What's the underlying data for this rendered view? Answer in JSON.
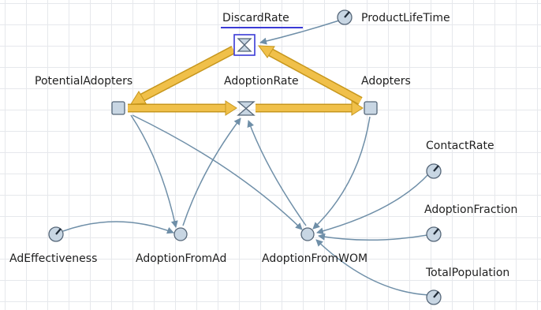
{
  "diagram": {
    "title": "",
    "stocks": [
      {
        "id": "potential",
        "label": "PotentialAdopters"
      },
      {
        "id": "adopters",
        "label": "Adopters"
      }
    ],
    "flows": [
      {
        "id": "discard",
        "label": "DiscardRate",
        "selected": true
      },
      {
        "id": "adoption",
        "label": "AdoptionRate"
      }
    ],
    "variables": [
      {
        "id": "adfromad",
        "label": "AdoptionFromAd"
      },
      {
        "id": "adfromwom",
        "label": "AdoptionFromWOM"
      }
    ],
    "parameters": [
      {
        "id": "lifetime",
        "label": "ProductLifeTime"
      },
      {
        "id": "adeff",
        "label": "AdEffectiveness"
      },
      {
        "id": "contact",
        "label": "ContactRate"
      },
      {
        "id": "fraction",
        "label": "AdoptionFraction"
      },
      {
        "id": "totalpop",
        "label": "TotalPopulation"
      }
    ],
    "colors": {
      "flow_pipe": "#f0c04a",
      "flow_pipe_edge": "#c7971d",
      "link": "#6f8fa8",
      "stock_fill": "#c8d6e3",
      "node_edge": "#556678",
      "selection": "#3a3ad6"
    },
    "icons": {
      "stock": "stock-square-icon",
      "flow": "hourglass-valve-icon",
      "variable": "auxiliary-circle-icon",
      "parameter": "parameter-dial-icon"
    }
  }
}
